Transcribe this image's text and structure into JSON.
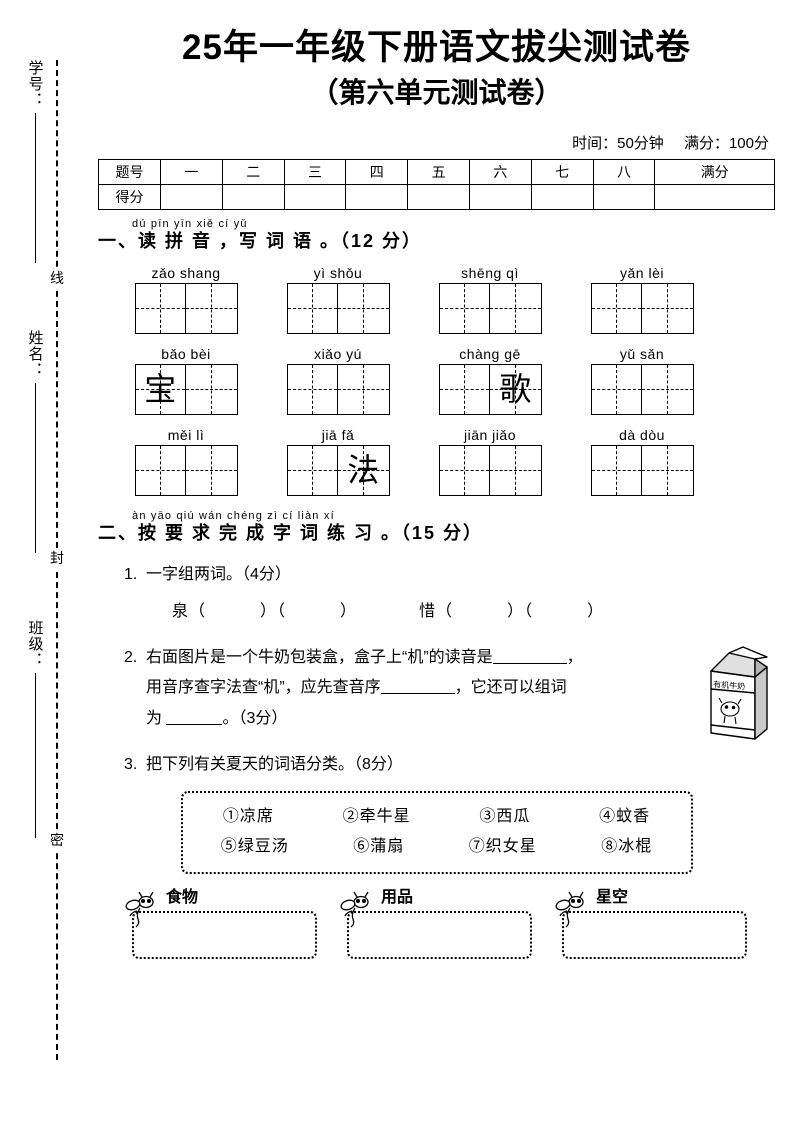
{
  "header": {
    "title": "25年一年级下册语文拔尖测试卷",
    "subtitle": "（第六单元测试卷）",
    "time_label": "时间：50分钟",
    "score_label": "满分：100分"
  },
  "score_table": {
    "row_labels": [
      "题号",
      "得分"
    ],
    "columns": [
      "一",
      "二",
      "三",
      "四",
      "五",
      "六",
      "七",
      "八",
      "满分"
    ]
  },
  "seal_margin": {
    "fields": [
      {
        "label": "学号："
      },
      {
        "label": "姓名："
      },
      {
        "label": "班级："
      }
    ],
    "seal_chars": [
      "线",
      "封",
      "密"
    ]
  },
  "sections": [
    {
      "pinyin": "dú pīn yīn    xiě cí  yǔ",
      "title": "一、读 拼 音 ，写 词 语 。（12 分）",
      "grid_rows": [
        [
          {
            "pinyin": "zǎo shang",
            "cells": [
              "",
              ""
            ]
          },
          {
            "pinyin": "yì  shǒu",
            "cells": [
              "",
              ""
            ]
          },
          {
            "pinyin": "shēng qì",
            "cells": [
              "",
              ""
            ]
          },
          {
            "pinyin": "yǎn  lèi",
            "cells": [
              "",
              ""
            ]
          }
        ],
        [
          {
            "pinyin": "bǎo  bèi",
            "cells": [
              "宝",
              ""
            ]
          },
          {
            "pinyin": "xiǎo  yú",
            "cells": [
              "",
              ""
            ]
          },
          {
            "pinyin": "chàng gē",
            "cells": [
              "",
              "歌"
            ]
          },
          {
            "pinyin": "yǔ  sǎn",
            "cells": [
              "",
              ""
            ]
          }
        ],
        [
          {
            "pinyin": "měi  lì",
            "cells": [
              "",
              ""
            ]
          },
          {
            "pinyin": "jiā  fǎ",
            "cells": [
              "",
              "法"
            ]
          },
          {
            "pinyin": "jiān jiǎo",
            "cells": [
              "",
              ""
            ]
          },
          {
            "pinyin": "dà  dòu",
            "cells": [
              "",
              ""
            ]
          }
        ]
      ]
    },
    {
      "pinyin": "àn yāo qiú wán chéng zì  cí liàn xí",
      "title": "二、按 要 求 完  成  字 词 练 习 。（15 分）",
      "questions": [
        {
          "num": "1.",
          "prompt": "一字组两词。（4分）",
          "answers": [
            "泉（",
            "）（",
            "）",
            "惜（",
            "）（",
            "）"
          ]
        },
        {
          "num": "2.",
          "line1_a": "右面图片是一个牛奶包装盒，盒子上“机”的读音是",
          "line1_b": "，",
          "line2_a": "用音序查字法查“机”，应先查音序",
          "line2_b": "，它还可以组词",
          "line3_a": "为",
          "line3_b": "。（3分）",
          "figure_caption": "有机牛奶"
        },
        {
          "num": "3.",
          "prompt": "把下列有关夏天的词语分类。（8分）",
          "word_bank_row1": [
            "①凉席",
            "②牵牛星",
            "③西瓜",
            "④蚊香"
          ],
          "word_bank_row2": [
            "⑤绿豆汤",
            "⑥蒲扇",
            "⑦织女星",
            "⑧冰棍"
          ],
          "categories": [
            "食物",
            "用品",
            "星空"
          ]
        }
      ]
    }
  ]
}
